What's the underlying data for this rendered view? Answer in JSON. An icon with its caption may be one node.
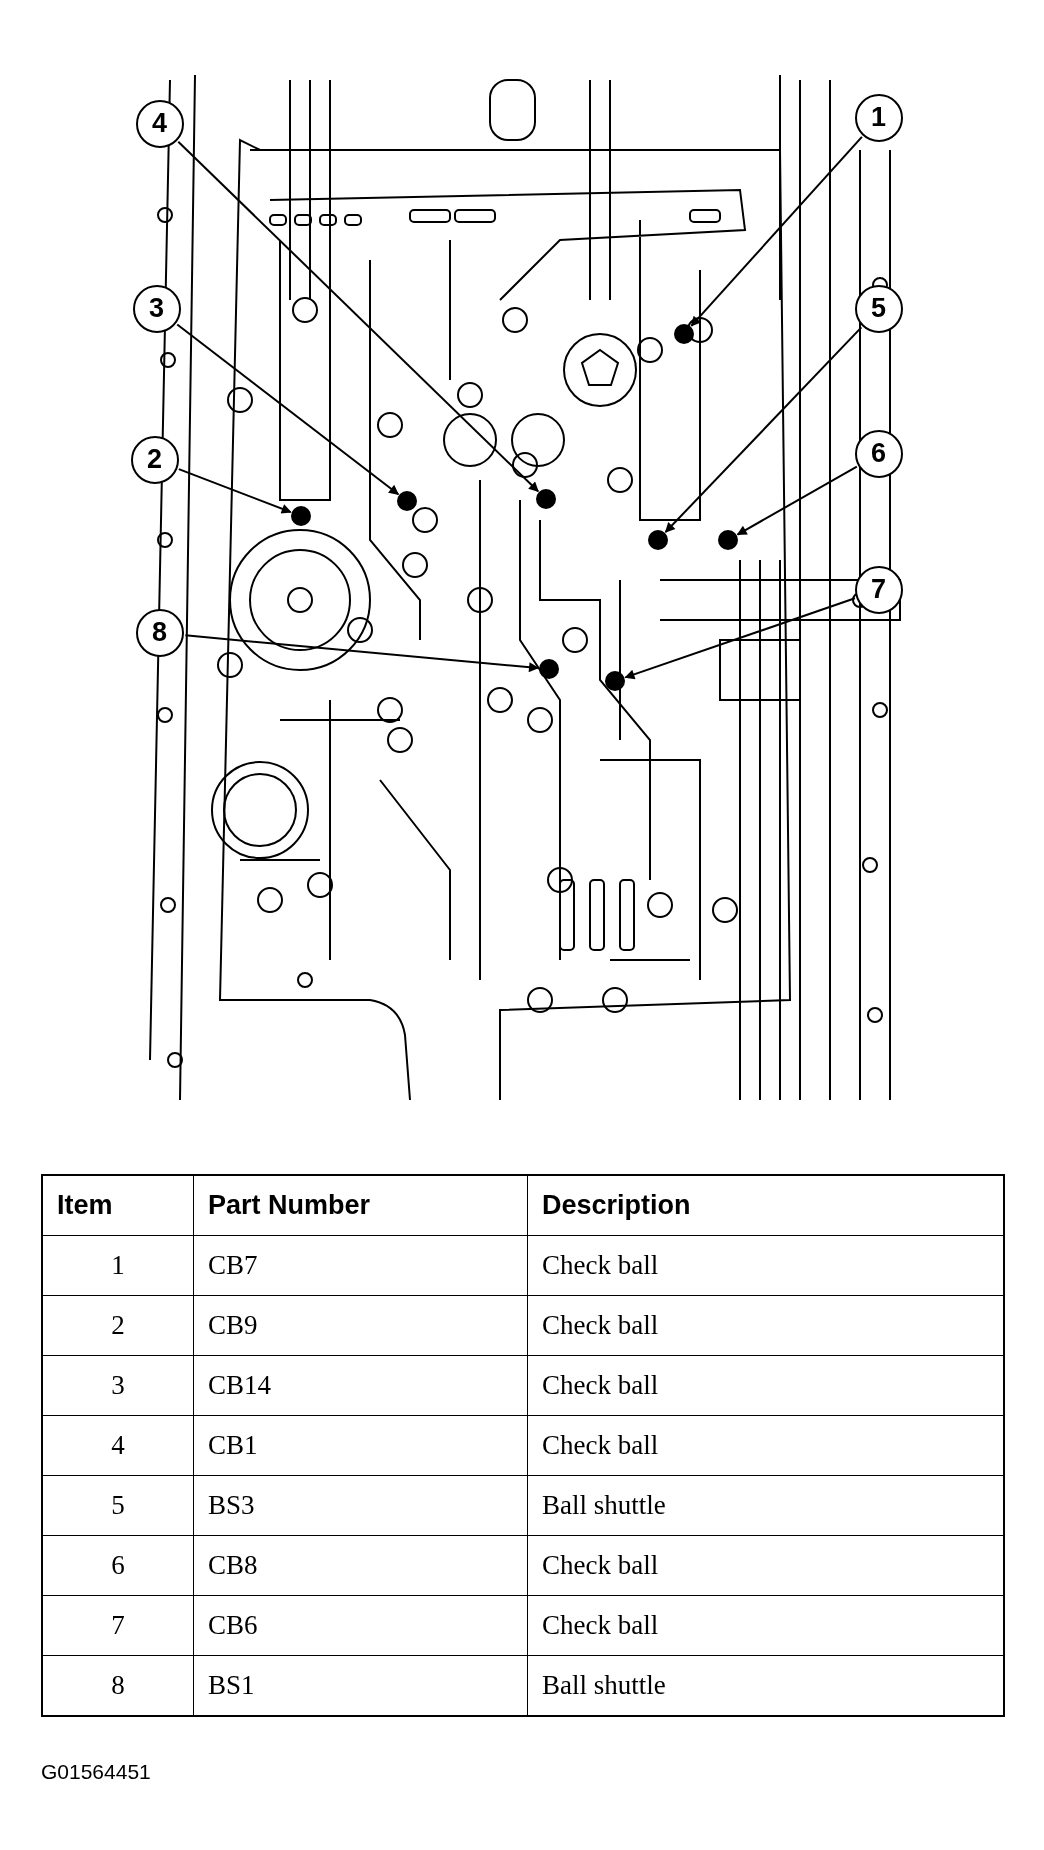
{
  "diagram": {
    "nodes": [
      {
        "text": [
          "1"
        ]
      },
      {
        "text": [
          "2"
        ]
      },
      {
        "text": [
          "3"
        ]
      },
      {
        "text": [
          "4"
        ]
      },
      {
        "text": [
          "5"
        ]
      },
      {
        "text": [
          "6"
        ]
      },
      {
        "text": [
          "7"
        ]
      },
      {
        "text": [
          "8"
        ]
      },
      {
        "text": [],
        "shape": "circle"
      },
      {
        "text": [],
        "shape": "circle"
      },
      {
        "text": [],
        "shape": "circle"
      },
      {
        "text": [],
        "shape": "circle"
      },
      {
        "text": [],
        "shape": "circle"
      },
      {
        "text": [],
        "shape": "circle"
      },
      {
        "text": [],
        "shape": "circle"
      },
      {
        "text": [],
        "shape": "circle"
      }
    ],
    "edges": [
      {
        "from": 0,
        "to": 8,
        "arrow": "to"
      },
      {
        "from": 1,
        "to": 9,
        "arrow": "to"
      },
      {
        "from": 2,
        "to": 10,
        "arrow": "to"
      },
      {
        "from": 3,
        "to": 11,
        "arrow": "to"
      },
      {
        "from": 4,
        "to": 12,
        "arrow": "to"
      },
      {
        "from": 5,
        "to": 13,
        "arrow": "to"
      },
      {
        "from": 6,
        "to": 14,
        "arrow": "to"
      },
      {
        "from": 7,
        "to": 15,
        "arrow": "to"
      }
    ],
    "labels": [
      "Item",
      "Part Number",
      "Description",
      "1",
      "CB7",
      "Check ball",
      "2",
      "CB9",
      "Check ball",
      "3",
      "CB14",
      "Check ball",
      "4",
      "CB1",
      "Check ball",
      "5",
      "BS3",
      "Ball shuttle",
      "6",
      "CB8",
      "Check ball",
      "7",
      "CB6",
      "Check ball",
      "8",
      "BS1",
      "Ball shuttle",
      "G01564451"
    ]
  }
}
